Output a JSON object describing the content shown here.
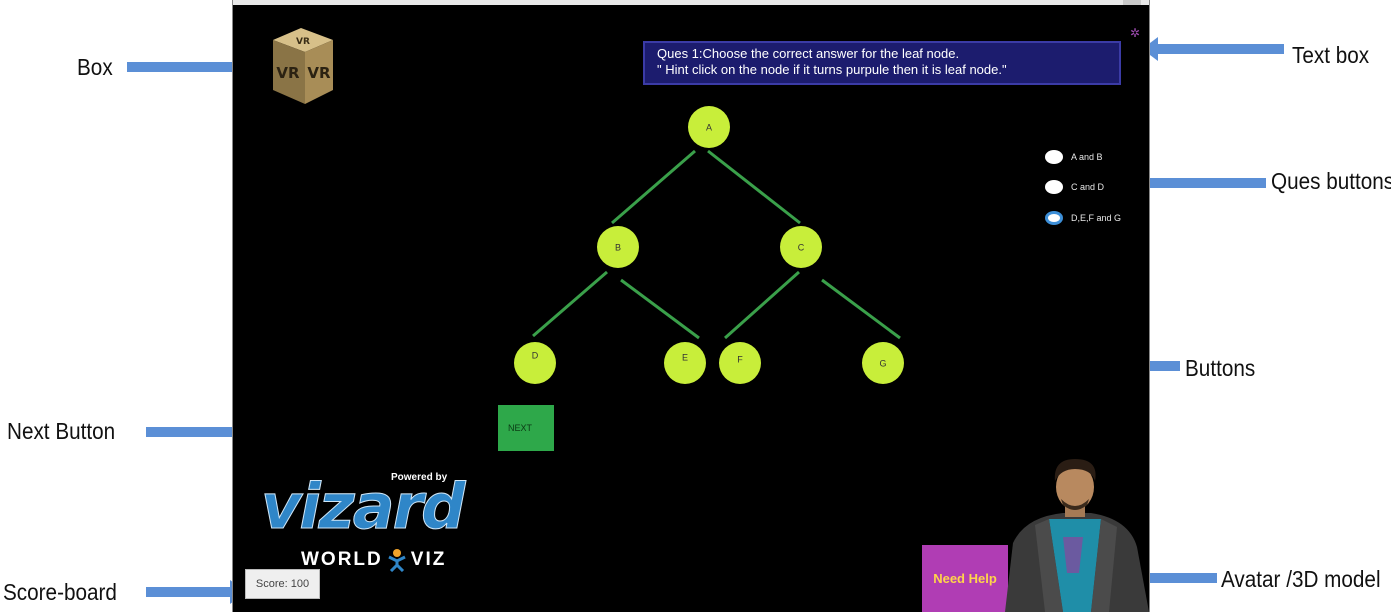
{
  "callouts": {
    "box": "Box",
    "text_box": "Text box",
    "ques_buttons": "Ques buttons",
    "buttons": "Buttons",
    "next_button": "Next Button",
    "score_board": "Score-board",
    "avatar": "Avatar /3D model"
  },
  "question": {
    "line1": "Ques 1:Choose the correct answer for the leaf node.",
    "line2": "\" Hint click on the node if it turns purpule then it is leaf node.\""
  },
  "tree": {
    "nodes": [
      "A",
      "B",
      "C",
      "D",
      "E",
      "F",
      "G"
    ]
  },
  "options": [
    {
      "label": "A and B",
      "selected": false
    },
    {
      "label": "C and D",
      "selected": false
    },
    {
      "label": "D,E,F and G",
      "selected": true
    }
  ],
  "next_label": "NEXT",
  "logo": {
    "powered_by": "Powered by",
    "vizard": "vizard",
    "world": "WORLD",
    "viz": "VIZ"
  },
  "score_text": "Score: 100",
  "help_label": "Need Help",
  "colors": {
    "node_fill": "#c8ee3a",
    "edge": "#3aa04a",
    "arrow": "#5b8fd6",
    "next_button": "#2ea84a",
    "help_button": "#b03db4"
  }
}
